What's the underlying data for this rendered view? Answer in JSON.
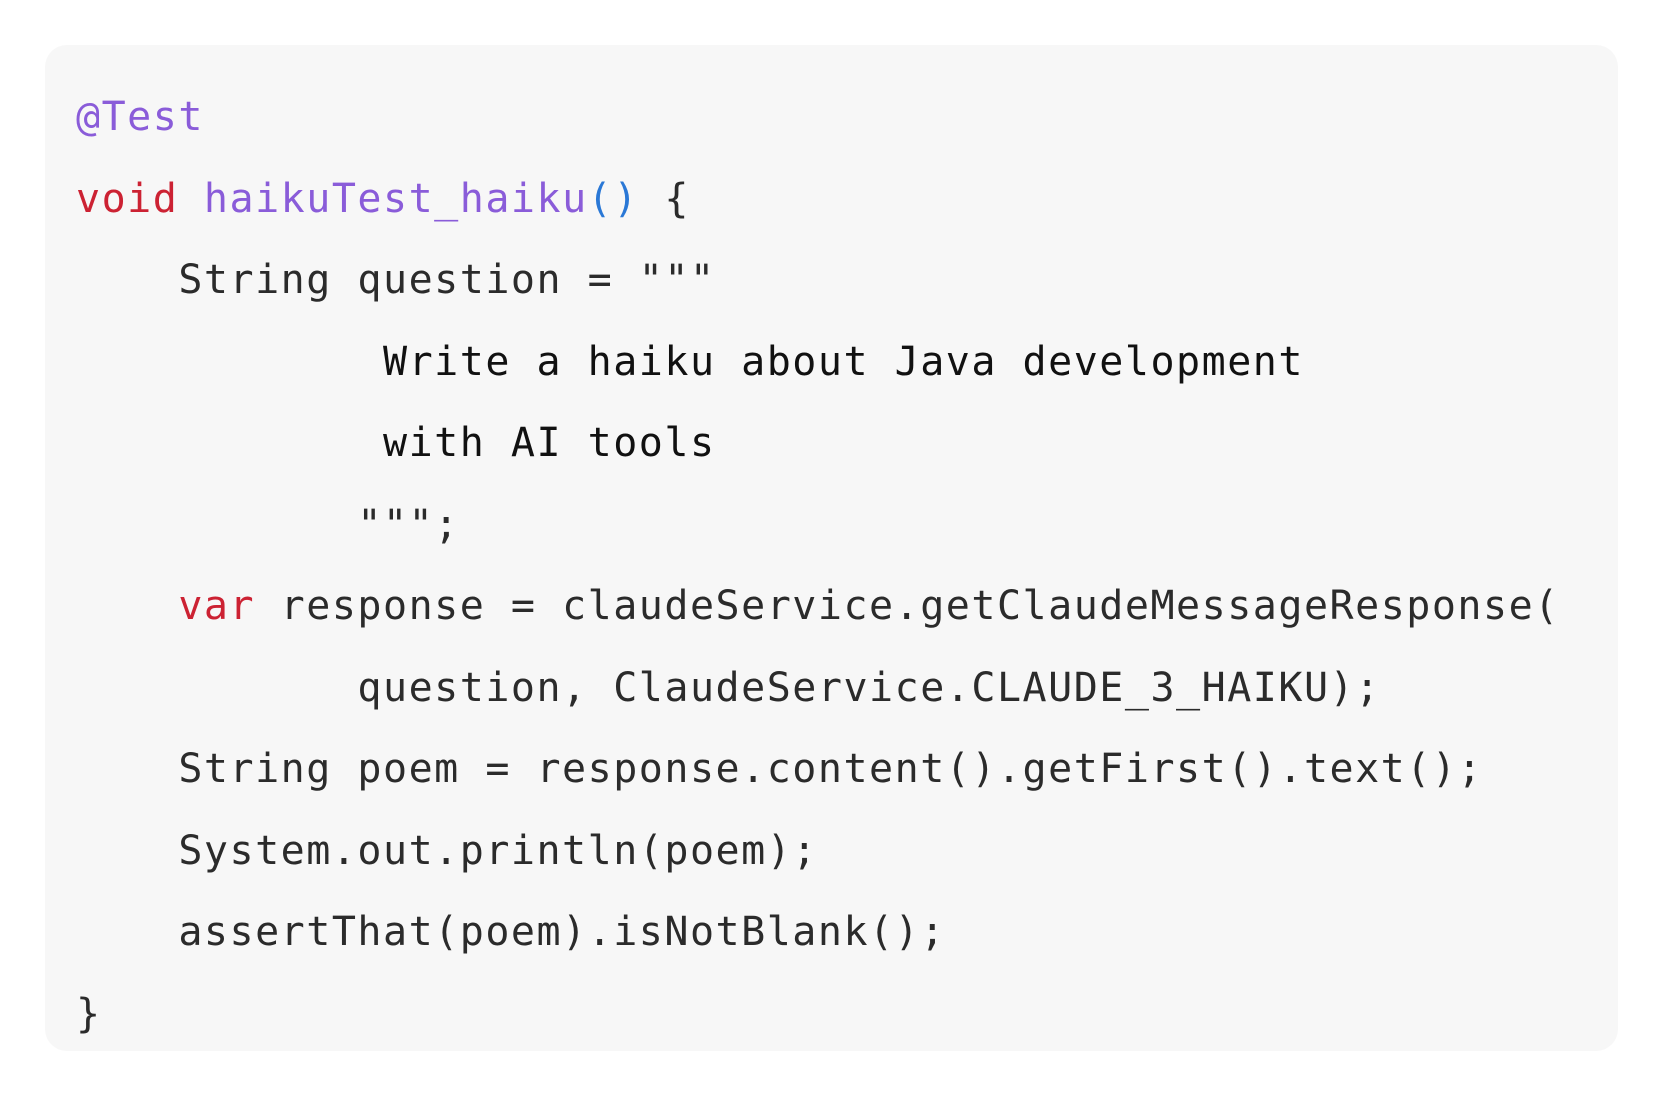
{
  "colors": {
    "background": "#f7f7f7",
    "annotation": "#8a5cd9",
    "keyword": "#cc2233",
    "method": "#8a5cd9",
    "paren": "#2a78d6",
    "text": "#2b2b2b"
  },
  "code": {
    "language": "java",
    "lines": [
      {
        "tokens": [
          {
            "type": "annotation",
            "text": "@Test"
          }
        ]
      },
      {
        "tokens": [
          {
            "type": "keyword",
            "text": "void"
          },
          {
            "type": "plain",
            "text": " "
          },
          {
            "type": "method",
            "text": "haikuTest_haiku"
          },
          {
            "type": "paren",
            "text": "()"
          },
          {
            "type": "plain",
            "text": " {"
          }
        ]
      },
      {
        "tokens": [
          {
            "type": "plain",
            "text": "    String question = \"\"\""
          }
        ]
      },
      {
        "tokens": [
          {
            "type": "string",
            "text": "            Write a haiku about Java development"
          }
        ]
      },
      {
        "tokens": [
          {
            "type": "string",
            "text": "            with AI tools"
          }
        ]
      },
      {
        "tokens": [
          {
            "type": "plain",
            "text": "           \"\"\";"
          }
        ]
      },
      {
        "tokens": [
          {
            "type": "plain",
            "text": "    "
          },
          {
            "type": "keyword",
            "text": "var"
          },
          {
            "type": "plain",
            "text": " response = claudeService.getClaudeMessageResponse("
          }
        ]
      },
      {
        "tokens": [
          {
            "type": "plain",
            "text": "           question, ClaudeService.CLAUDE_3_HAIKU);"
          }
        ]
      },
      {
        "tokens": [
          {
            "type": "plain",
            "text": "    String poem = response.content().getFirst().text();"
          }
        ]
      },
      {
        "tokens": [
          {
            "type": "plain",
            "text": "    System.out.println(poem);"
          }
        ]
      },
      {
        "tokens": [
          {
            "type": "plain",
            "text": "    assertThat(poem).isNotBlank();"
          }
        ]
      },
      {
        "tokens": [
          {
            "type": "plain",
            "text": "}"
          }
        ]
      }
    ]
  }
}
